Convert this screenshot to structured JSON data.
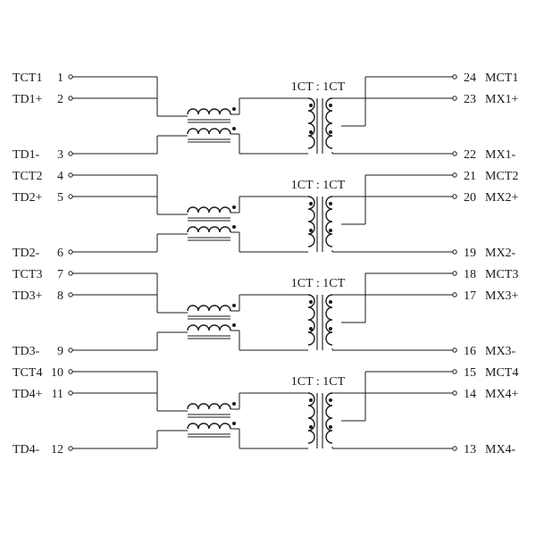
{
  "channels": [
    {
      "left_pins": [
        {
          "name": "TCT1",
          "num": "1"
        },
        {
          "name": "TD1+",
          "num": "2"
        },
        {
          "name": "TD1-",
          "num": "3"
        }
      ],
      "right_pins": [
        {
          "num": "24",
          "name": "MCT1"
        },
        {
          "num": "23",
          "name": "MX1+"
        },
        {
          "num": "22",
          "name": "MX1-"
        }
      ],
      "ratio": "1CT : 1CT"
    },
    {
      "left_pins": [
        {
          "name": "TCT2",
          "num": "4"
        },
        {
          "name": "TD2+",
          "num": "5"
        },
        {
          "name": "TD2-",
          "num": "6"
        }
      ],
      "right_pins": [
        {
          "num": "21",
          "name": "MCT2"
        },
        {
          "num": "20",
          "name": "MX2+"
        },
        {
          "num": "19",
          "name": "MX2-"
        }
      ],
      "ratio": "1CT : 1CT"
    },
    {
      "left_pins": [
        {
          "name": "TCT3",
          "num": "7"
        },
        {
          "name": "TD3+",
          "num": "8"
        },
        {
          "name": "TD3-",
          "num": "9"
        }
      ],
      "right_pins": [
        {
          "num": "18",
          "name": "MCT3"
        },
        {
          "num": "17",
          "name": "MX3+"
        },
        {
          "num": "16",
          "name": "MX3-"
        }
      ],
      "ratio": "1CT : 1CT"
    },
    {
      "left_pins": [
        {
          "name": "TCT4",
          "num": "10"
        },
        {
          "name": "TD4+",
          "num": "11"
        },
        {
          "name": "TD4-",
          "num": "12"
        }
      ],
      "right_pins": [
        {
          "num": "15",
          "name": "MCT4"
        },
        {
          "num": "14",
          "name": "MX4+"
        },
        {
          "num": "13",
          "name": "MX4-"
        }
      ],
      "ratio": "1CT : 1CT"
    }
  ]
}
